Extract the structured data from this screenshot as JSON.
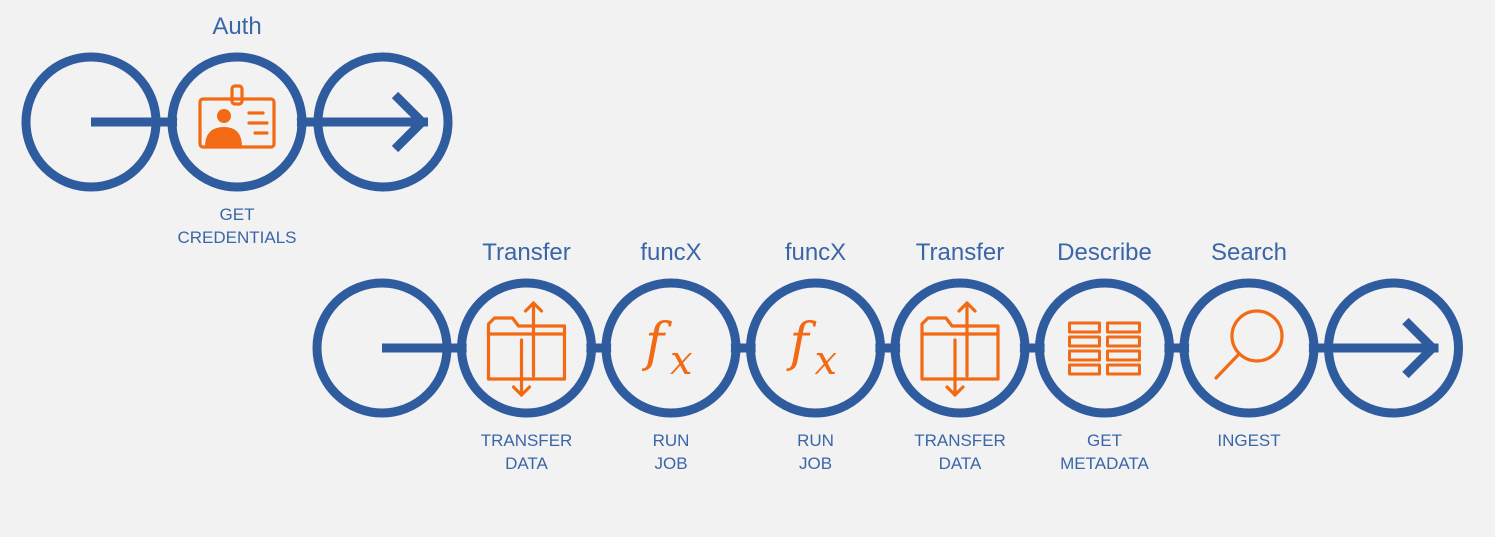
{
  "colors": {
    "ring": "#2f5c9e",
    "icon": "#f26a13",
    "text": "#3a66a8",
    "background": "#f2f2f2"
  },
  "flows": [
    {
      "id": "auth-flow",
      "steps": [
        {
          "kind": "start"
        },
        {
          "kind": "action",
          "title": "Auth",
          "caption": [
            "GET",
            "CREDENTIALS"
          ],
          "icon": "id-card-icon"
        },
        {
          "kind": "end"
        }
      ]
    },
    {
      "id": "data-flow",
      "steps": [
        {
          "kind": "start"
        },
        {
          "kind": "action",
          "title": "Transfer",
          "caption": [
            "TRANSFER",
            "DATA"
          ],
          "icon": "transfer-folder-icon"
        },
        {
          "kind": "action",
          "title": "funcX",
          "caption": [
            "RUN",
            "JOB"
          ],
          "icon": "function-icon"
        },
        {
          "kind": "action",
          "title": "funcX",
          "caption": [
            "RUN",
            "JOB"
          ],
          "icon": "function-icon"
        },
        {
          "kind": "action",
          "title": "Transfer",
          "caption": [
            "TRANSFER",
            "DATA"
          ],
          "icon": "transfer-folder-icon"
        },
        {
          "kind": "action",
          "title": "Describe",
          "caption": [
            "GET",
            "METADATA"
          ],
          "icon": "metadata-grid-icon"
        },
        {
          "kind": "action",
          "title": "Search",
          "caption": [
            "INGEST"
          ],
          "icon": "magnifier-icon"
        },
        {
          "kind": "end"
        }
      ]
    }
  ]
}
